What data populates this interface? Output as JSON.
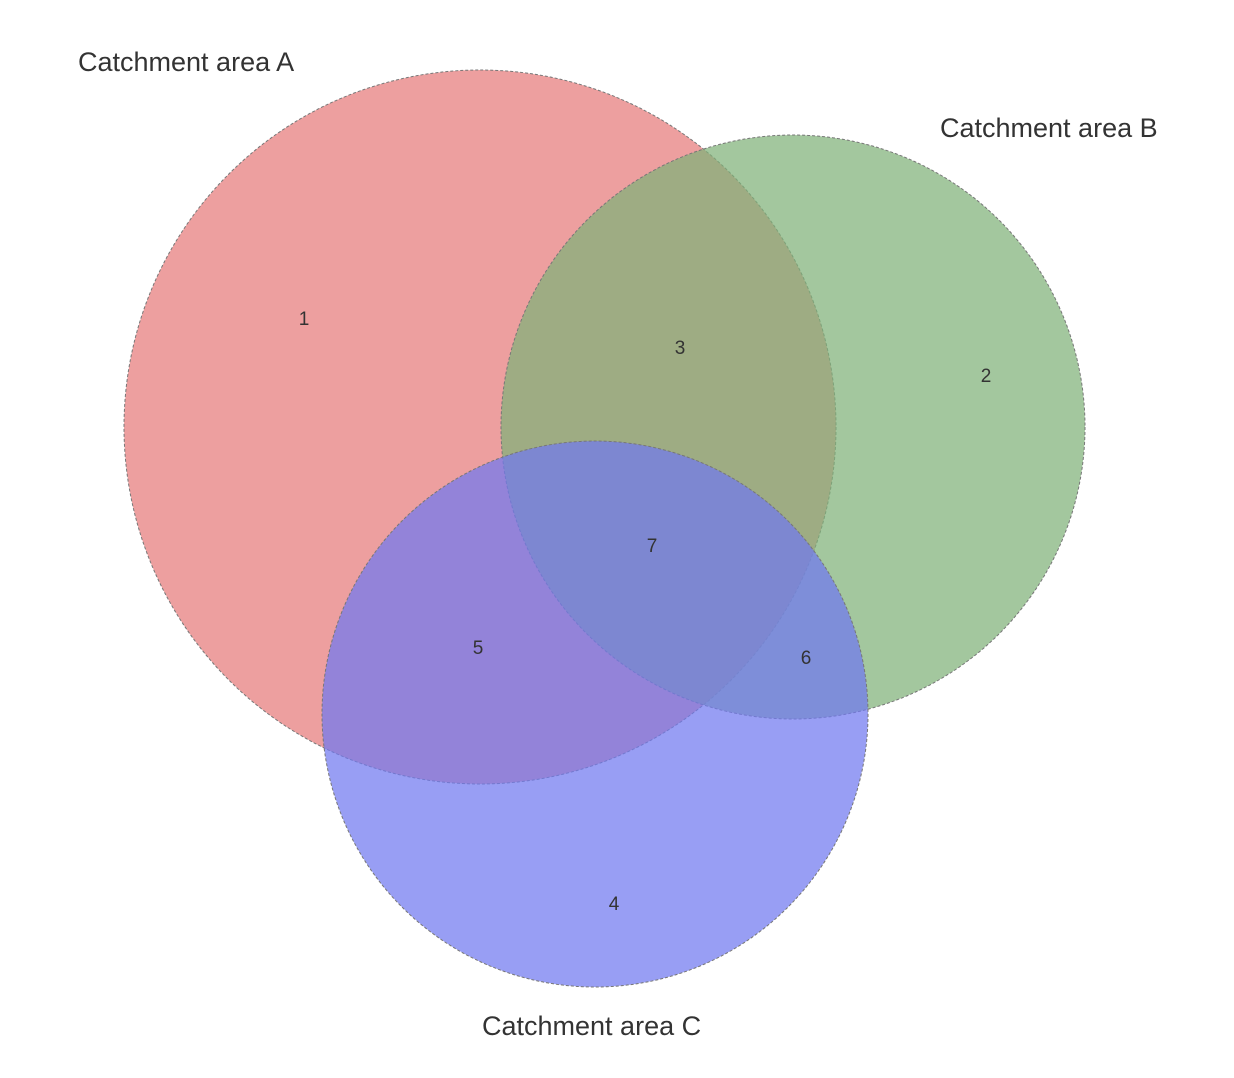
{
  "sets": [
    {
      "id": "A",
      "label": "Catchment area A",
      "color": "#e88484"
    },
    {
      "id": "B",
      "label": "Catchment area B",
      "color": "#7fb279"
    },
    {
      "id": "C",
      "label": "Catchment area C",
      "color": "#7078f0"
    }
  ],
  "regions": [
    {
      "id": "A_only",
      "members": [
        "A"
      ],
      "label": "1"
    },
    {
      "id": "B_only",
      "members": [
        "B"
      ],
      "label": "2"
    },
    {
      "id": "A_B",
      "members": [
        "A",
        "B"
      ],
      "label": "3"
    },
    {
      "id": "C_only",
      "members": [
        "C"
      ],
      "label": "4"
    },
    {
      "id": "A_C",
      "members": [
        "A",
        "C"
      ],
      "label": "5"
    },
    {
      "id": "B_C",
      "members": [
        "B",
        "C"
      ],
      "label": "6"
    },
    {
      "id": "A_B_C",
      "members": [
        "A",
        "B",
        "C"
      ],
      "label": "7"
    }
  ]
}
